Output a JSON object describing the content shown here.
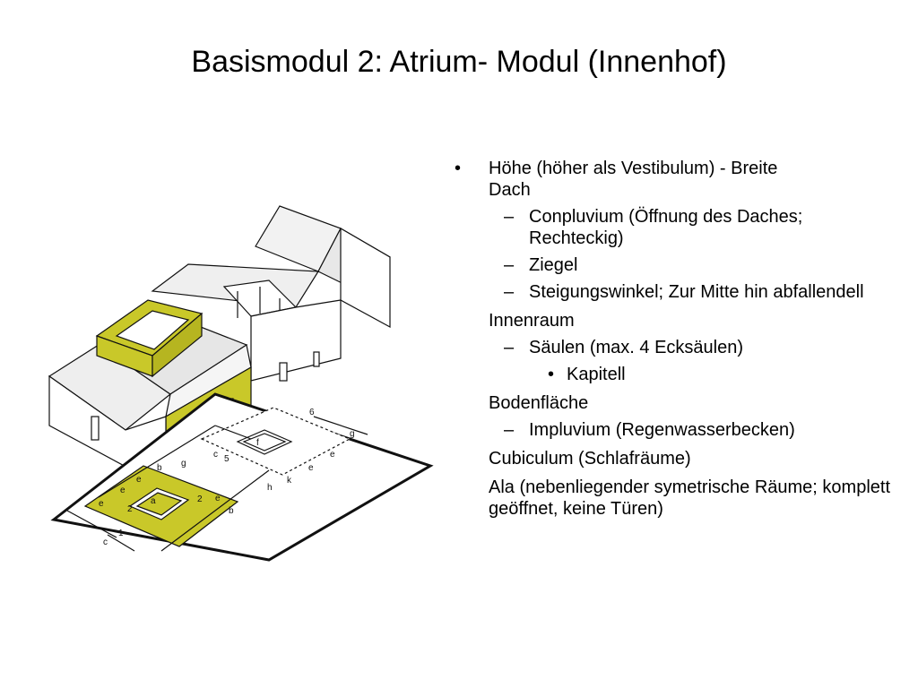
{
  "slide": {
    "title": "Basismodul 2: Atrium- Modul (Innenhof)"
  },
  "colors": {
    "accent_yellow": "#c9c829",
    "line": "#111111",
    "wall": "#ffffff"
  },
  "illustration": {
    "room_labels": [
      "a",
      "b",
      "b",
      "c",
      "c",
      "e",
      "e",
      "e",
      "e",
      "e",
      "e",
      "f",
      "g",
      "g",
      "h",
      "k",
      "1",
      "2",
      "2",
      "5",
      "6"
    ]
  },
  "bullets": {
    "item1_line1": "Höhe (höher als Vestibulum) - Breite",
    "item1_line2": "Dach",
    "sub1": "Conpluvium (Öffnung des Daches; Rechteckig)",
    "sub2": "Ziegel",
    "sub3": "Steigungswinkel; Zur Mitte hin abfallendell",
    "innenraum": "Innenraum",
    "sub4": "Säulen (max. 4 Ecksäulen)",
    "subsub1": "Kapitell",
    "bodenflaeche": "Bodenfläche",
    "sub5": "Impluvium (Regenwasserbecken)",
    "cubiculum": "Cubiculum (Schlafräume)",
    "ala": "Ala (nebenliegender symetrische Räume; komplett geöffnet, keine Türen)",
    "bullet_marker": "•",
    "dash_marker": "–"
  }
}
